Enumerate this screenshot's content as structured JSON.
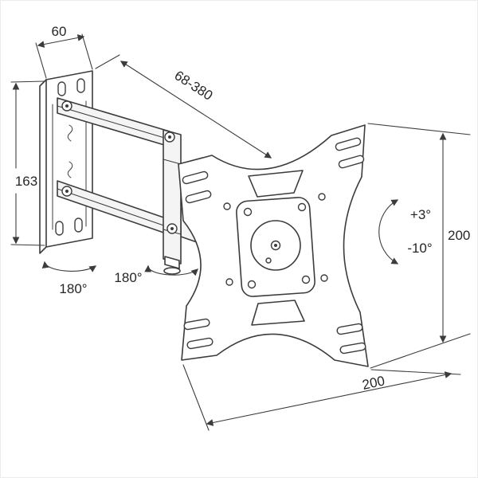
{
  "diagram": {
    "subject": "Articulating TV wall mount bracket — dimensioned technical line drawing",
    "colors": {
      "line": "#3c3c3c",
      "text": "#262626",
      "background": "#ffffff"
    },
    "dimensions": {
      "wall_plate_depth": {
        "label": "60"
      },
      "extension_range": {
        "label": "68-380"
      },
      "wall_plate_height": {
        "label": "163"
      },
      "vesa_height": {
        "label": "200"
      },
      "vesa_width": {
        "label": "200"
      }
    },
    "angles": {
      "swivel_base": {
        "label": "180°"
      },
      "swivel_elbow": {
        "label": "180°"
      },
      "tilt_up": {
        "label": "+3°"
      },
      "tilt_down": {
        "label": "-10°"
      }
    }
  }
}
